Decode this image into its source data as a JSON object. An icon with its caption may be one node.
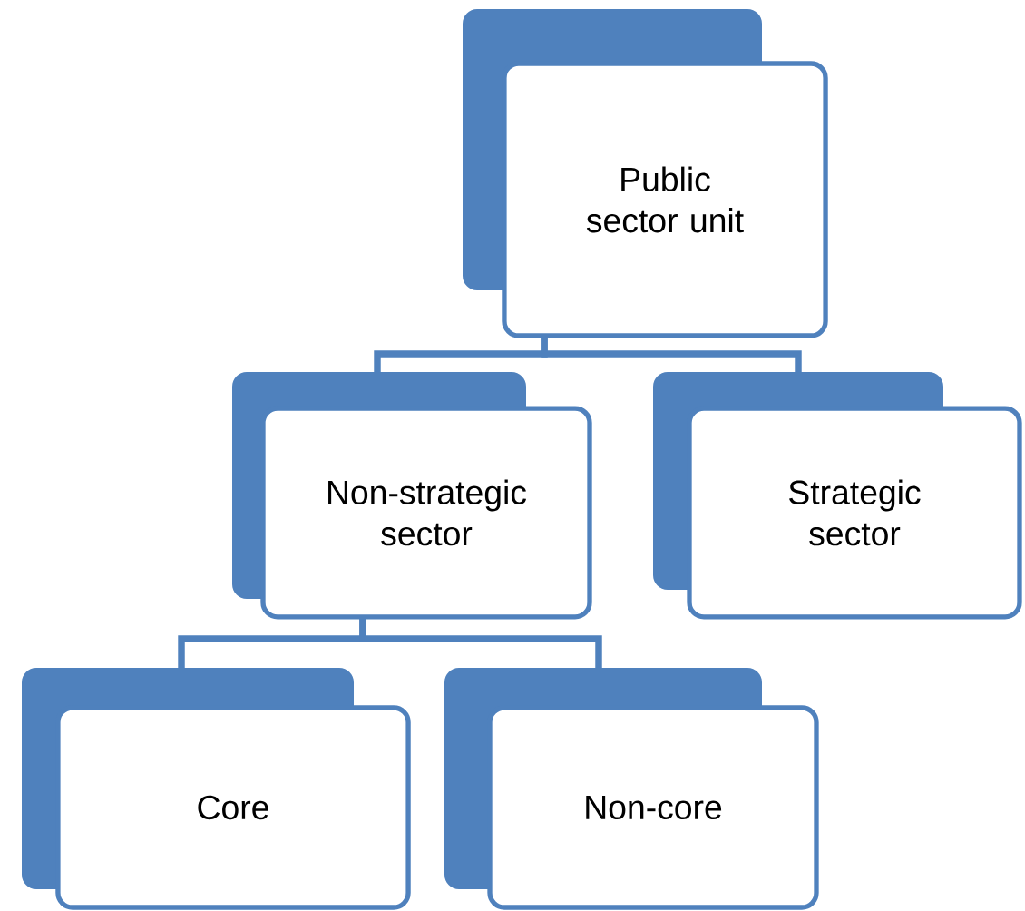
{
  "diagram": {
    "nodes": [
      {
        "text": [
          "Public sector unit"
        ]
      },
      {
        "text": [
          "Non-strategic sector"
        ]
      },
      {
        "text": [
          "Strategic sector"
        ]
      },
      {
        "text": [
          "Core"
        ]
      },
      {
        "text": [
          "Non-core"
        ]
      }
    ],
    "edges": [
      {
        "from": 0,
        "to": 1,
        "arrow": "none"
      },
      {
        "from": 0,
        "to": 2,
        "arrow": "none"
      },
      {
        "from": 1,
        "to": 3,
        "arrow": "none"
      },
      {
        "from": 1,
        "to": 4,
        "arrow": "none"
      }
    ]
  }
}
